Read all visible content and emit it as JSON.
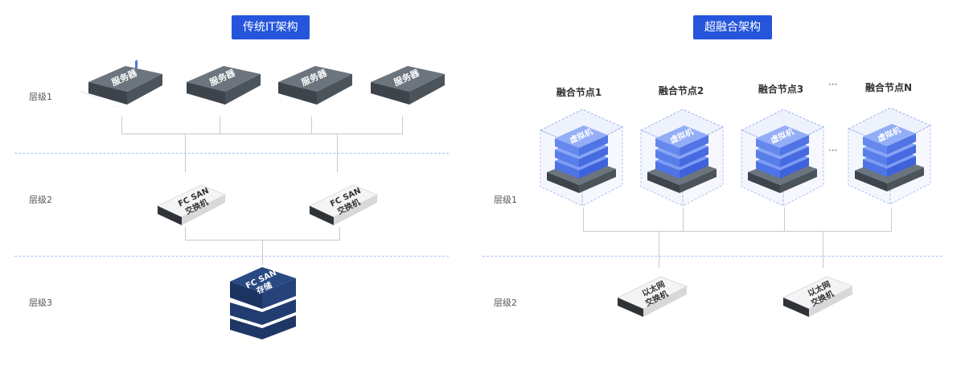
{
  "left": {
    "title": "传统IT架构",
    "levels": [
      "层级1",
      "层级2",
      "层级3"
    ],
    "servers": [
      {
        "label": "服务器"
      },
      {
        "label": "服务器"
      },
      {
        "label": "服务器"
      },
      {
        "label": "服务器"
      }
    ],
    "switches": [
      {
        "line1": "FC SAN",
        "line2": "交换机"
      },
      {
        "line1": "FC SAN",
        "line2": "交换机"
      }
    ],
    "storage": {
      "line1": "FC SAN",
      "line2": "存储"
    }
  },
  "right": {
    "title": "超融合架构",
    "levels": [
      "层级1",
      "层级2"
    ],
    "nodes": [
      {
        "title": "融合节点1",
        "vm_label": "虚拟机"
      },
      {
        "title": "融合节点2",
        "vm_label": "虚拟机"
      },
      {
        "title": "融合节点3",
        "vm_label": "虚拟机"
      },
      {
        "title": "融合节点N",
        "vm_label": "虚拟机"
      }
    ],
    "ellipsis": "···",
    "switches": [
      {
        "line1": "以太网",
        "line2": "交换机"
      },
      {
        "line1": "以太网",
        "line2": "交换机"
      }
    ]
  },
  "colors": {
    "accent": "#2455db",
    "divider": "#a9c4f2",
    "line": "#c9c9c9",
    "storage": "#1f3a6b",
    "vm": "#5b83f0"
  }
}
